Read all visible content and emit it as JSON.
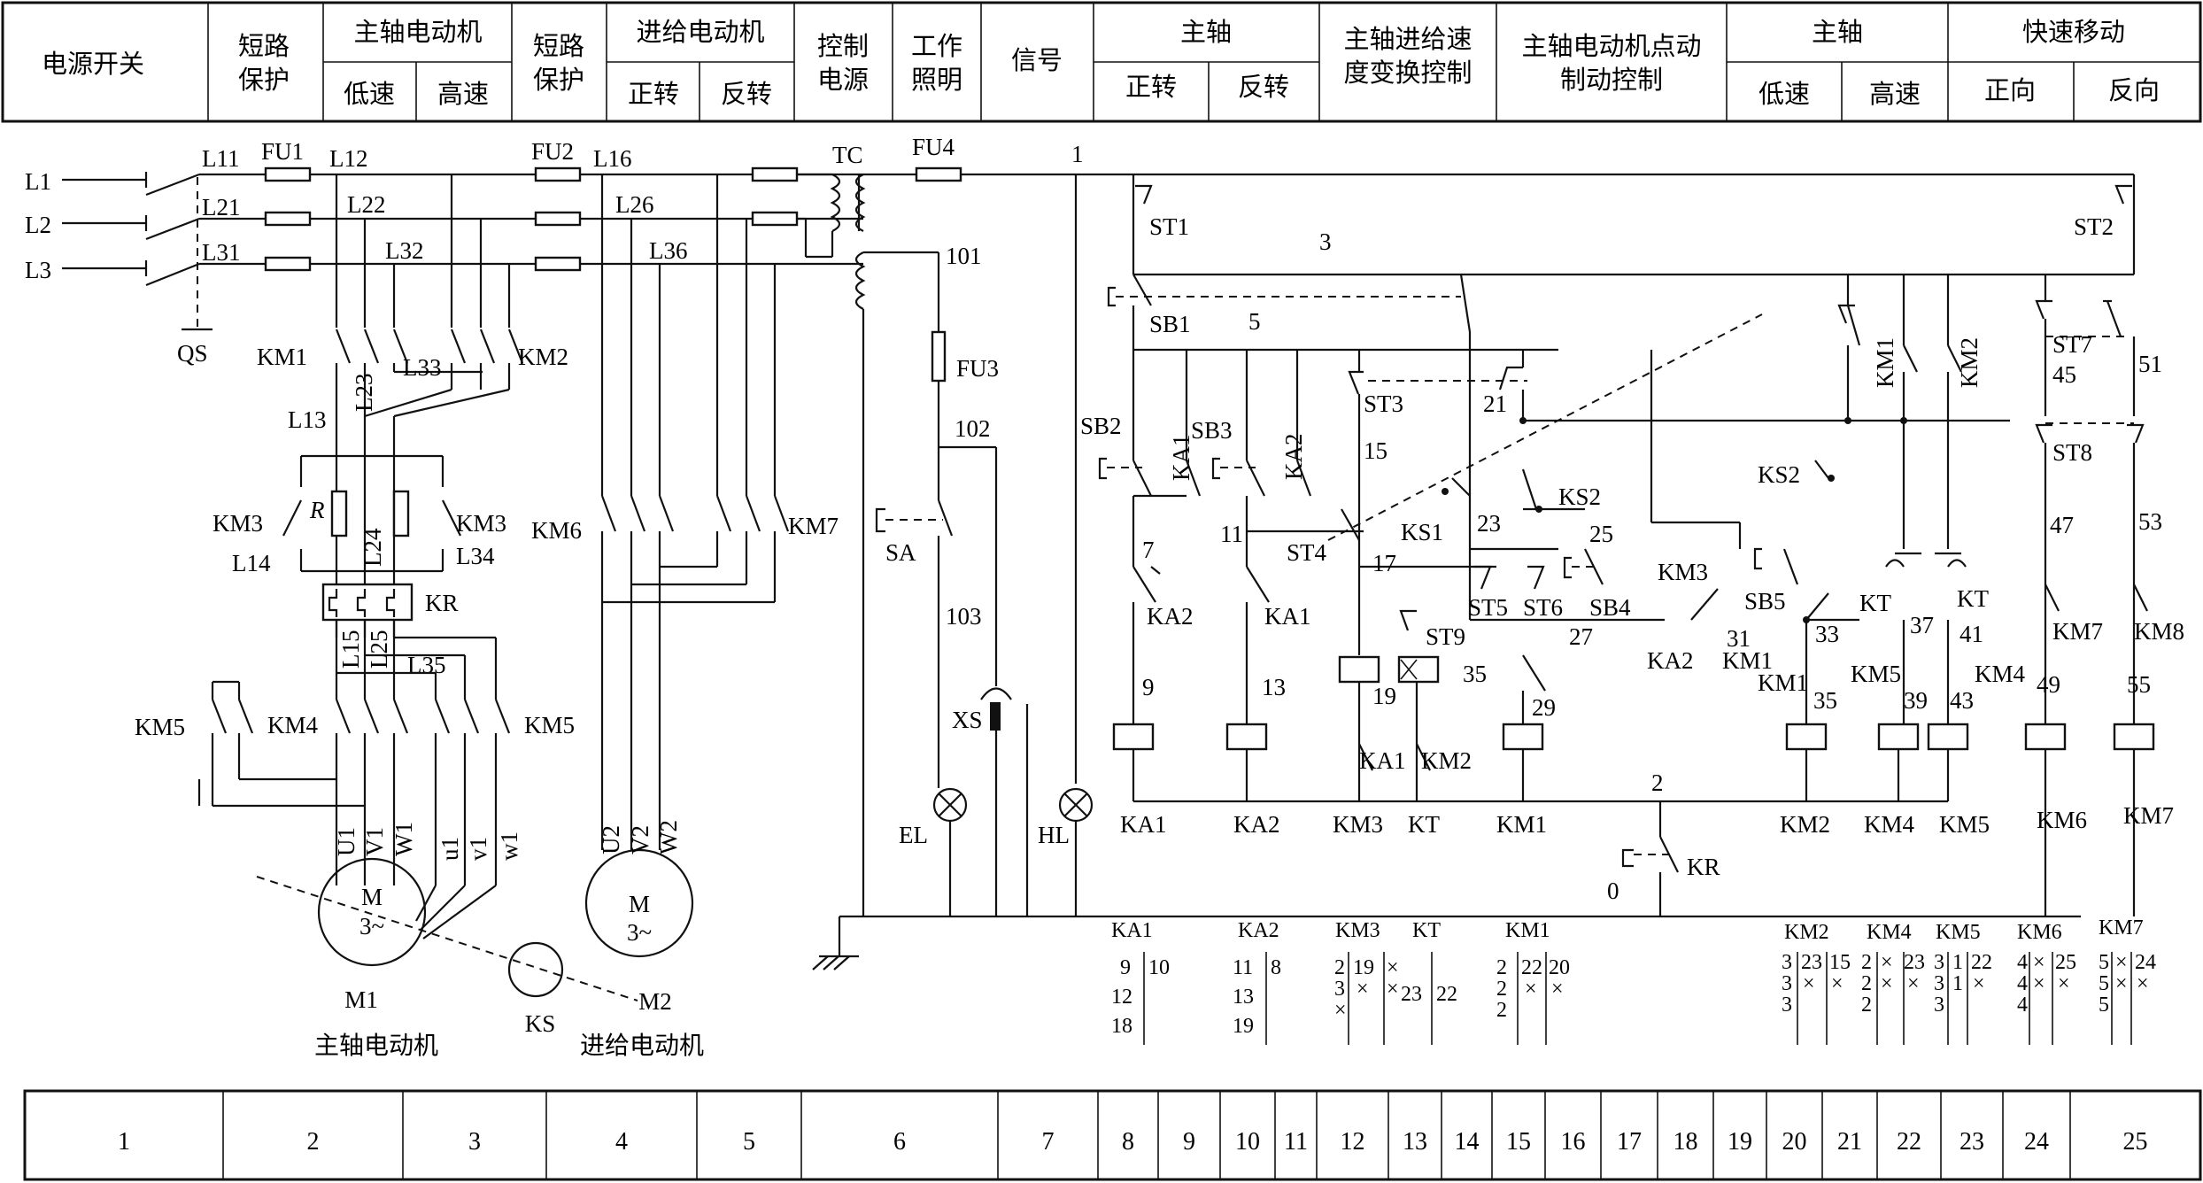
{
  "header": {
    "power_switch": "电源开关",
    "short_protect_1": [
      "短路",
      "保护"
    ],
    "spindle_motor": "主轴电动机",
    "spindle_motor_low": "低速",
    "spindle_motor_high": "高速",
    "short_protect_2": [
      "短路",
      "保护"
    ],
    "feed_motor": "进给电动机",
    "feed_fwd": "正转",
    "feed_rev": "反转",
    "control_power": [
      "控制",
      "电源"
    ],
    "work_light": [
      "工作",
      "照明"
    ],
    "signal": "信号",
    "spindle": "主轴",
    "spindle_fwd": "正转",
    "spindle_rev": "反转",
    "speed_change": [
      "主轴进给速",
      "度变换控制"
    ],
    "jog_brake": [
      "主轴电动机点动",
      "制动控制"
    ],
    "spindle2": "主轴",
    "spindle2_low": "低速",
    "spindle2_high": "高速",
    "rapid": "快速移动",
    "rapid_fwd": "正向",
    "rapid_rev": "反向"
  },
  "footer": {
    "columns": [
      "1",
      "2",
      "3",
      "4",
      "5",
      "6",
      "7",
      "8",
      "9",
      "10",
      "11",
      "12",
      "13",
      "14",
      "15",
      "16",
      "17",
      "18",
      "19",
      "20",
      "21",
      "22",
      "23",
      "24",
      "25"
    ]
  },
  "power": {
    "lines": [
      "L1",
      "L2",
      "L3"
    ],
    "switch": "QS",
    "phase_labels": [
      "L11",
      "L21",
      "L31",
      "L12",
      "L22",
      "L32",
      "L13",
      "L14",
      "L15",
      "L16",
      "L26",
      "L36",
      "L23",
      "L24",
      "L25",
      "L33",
      "L34",
      "L35"
    ],
    "fuses": [
      "FU1",
      "FU2",
      "FU4",
      "FU3"
    ],
    "transformer": "TC"
  },
  "spindle_circuit": {
    "contactors": [
      "KM1",
      "KM2",
      "KM3",
      "KM3",
      "KM4",
      "KM5",
      "KM5"
    ],
    "resistor": "R",
    "relay": "KR",
    "motor_label": "M",
    "motor_phase": "3~",
    "motor_name": "M1",
    "motor_caption": "主轴电动机",
    "terminals": [
      "U1",
      "V1",
      "W1",
      "u1",
      "v1",
      "w1"
    ],
    "speed_relay": "KS"
  },
  "feed_circuit": {
    "contactors": [
      "KM6",
      "KM7"
    ],
    "motor_label": "M",
    "motor_phase": "3~",
    "motor_name": "M2",
    "motor_caption": "进给电动机",
    "terminals": [
      "U2",
      "V2",
      "W2"
    ]
  },
  "aux": {
    "fu3": "FU3",
    "n101": "101",
    "n102": "102",
    "n103": "103",
    "sa": "SA",
    "xs": "XS",
    "el": "EL",
    "hl": "HL",
    "n1": "1"
  },
  "control": {
    "labels": [
      "ST1",
      "ST2",
      "3",
      "SB1",
      "5",
      "SB2",
      "SB3",
      "KA1",
      "KA2",
      "ST3",
      "15",
      "21",
      "7",
      "11",
      "ST4",
      "KS1",
      "23",
      "KS2",
      "25",
      "KM3",
      "KS2",
      "KM1",
      "KM2",
      "ST7",
      "45",
      "51",
      "ST8",
      "KA2",
      "KA1",
      "17",
      "ST5",
      "ST6",
      "SB4",
      "27",
      "SB5",
      "31",
      "33",
      "KT",
      "KT",
      "37",
      "41",
      "47",
      "53",
      "9",
      "13",
      "ST9",
      "KM2",
      "KA1",
      "KA2",
      "KM1",
      "KM5",
      "KM4",
      "35",
      "39",
      "43",
      "KM7",
      "KM8",
      "49",
      "55",
      "19",
      "29",
      "KA1",
      "KA2",
      "KM3",
      "KT",
      "KM1",
      "2",
      "KM2",
      "KM4",
      "KM5",
      "KM6",
      "KM7",
      "KR",
      "0"
    ]
  },
  "xref": {
    "KA1": {
      "name": "KA1",
      "left": [
        "9",
        "12",
        "18"
      ],
      "right": [
        "10"
      ]
    },
    "KA2": {
      "name": "KA2",
      "left": [
        "11",
        "13",
        "19"
      ],
      "right": [
        "8"
      ]
    },
    "KM3": {
      "name": "KM3",
      "rows": [
        "2",
        "3",
        "×"
      ],
      "c2": [
        "19",
        "×"
      ],
      "c3": [
        "×",
        "×"
      ]
    },
    "KT": {
      "name": "KT",
      "c1": [
        "23"
      ],
      "c2": [
        "22"
      ]
    },
    "KM1": {
      "name": "KM1",
      "c1": [
        "2",
        "2",
        "2"
      ],
      "c2": [
        "22",
        "×"
      ],
      "c3": [
        "20",
        "×"
      ]
    },
    "KM2": {
      "name": "KM2",
      "c1": [
        "3",
        "3",
        "3"
      ],
      "c2": [
        "23",
        "×"
      ],
      "c3": [
        "15",
        "×"
      ]
    },
    "KM4": {
      "name": "KM4",
      "c1": [
        "2",
        "2",
        "2"
      ],
      "c2": [
        "×",
        "×"
      ],
      "c3": [
        "23",
        "×"
      ]
    },
    "KM5": {
      "name": "KM5",
      "c1": [
        "3",
        "3",
        "3"
      ],
      "c2": [
        "1",
        "1"
      ],
      "c3": [
        "22",
        "×"
      ]
    },
    "KM6": {
      "name": "KM6",
      "c1": [
        "4",
        "4",
        "4"
      ],
      "c2": [
        "×",
        "×"
      ],
      "c3": [
        "25",
        "×"
      ]
    },
    "KM7": {
      "name": "KM7",
      "c1": [
        "5",
        "5",
        "5"
      ],
      "c2": [
        "×",
        "×"
      ],
      "c3": [
        "24",
        "×"
      ]
    }
  }
}
